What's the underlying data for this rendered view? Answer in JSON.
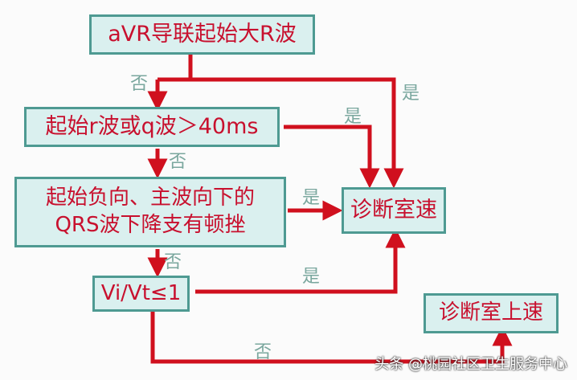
{
  "nodes": {
    "start": "aVR导联起始大R波",
    "q1": "起始r波或q波＞40ms",
    "q2": "起始负向、主波向下的\nQRS波下降支有顿挫",
    "q3": "Vi/Vt≤1",
    "vt": "诊断室速",
    "svt": "诊断室上速"
  },
  "labels": {
    "yes": "是",
    "no": "否"
  },
  "watermark": "头条 @桃园社区卫生服务中心",
  "colors": {
    "arrow": "#d0101e",
    "box_fill": "#daf0ef",
    "box_border": "#4e9a92",
    "node_text": "#c8102e",
    "label_text": "#7aa79e"
  }
}
